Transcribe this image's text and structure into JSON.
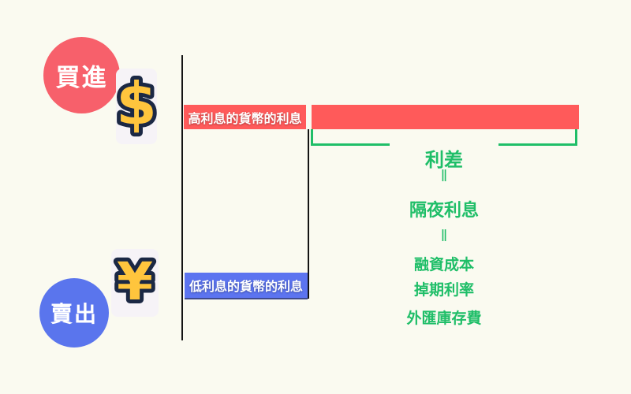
{
  "colors": {
    "background": "#FAFAF0",
    "buy_red": "#F7606B",
    "sell_blue": "#5A75ED",
    "high_bar_red": "#FF5A5A",
    "low_bar_blue": "#5C74F0",
    "green": "#1FBE68",
    "axis_black": "#141414",
    "coin_fill": "#FFC53D",
    "coin_outline": "#1B2844"
  },
  "badges": {
    "buy": {
      "label": "買進"
    },
    "sell": {
      "label": "賣出"
    }
  },
  "icons": {
    "dollar": {
      "glyph": "$"
    },
    "yen": {
      "glyph": "¥"
    }
  },
  "bars": {
    "high": {
      "label": "高利息的貨幣的利息"
    },
    "low": {
      "label": "低利息的貨幣的利息"
    }
  },
  "spread": {
    "title": "利差",
    "equals": "‖",
    "overnight": "隔夜利息",
    "components": [
      "融資成本",
      "掉期利率",
      "外匯庫存費"
    ]
  }
}
